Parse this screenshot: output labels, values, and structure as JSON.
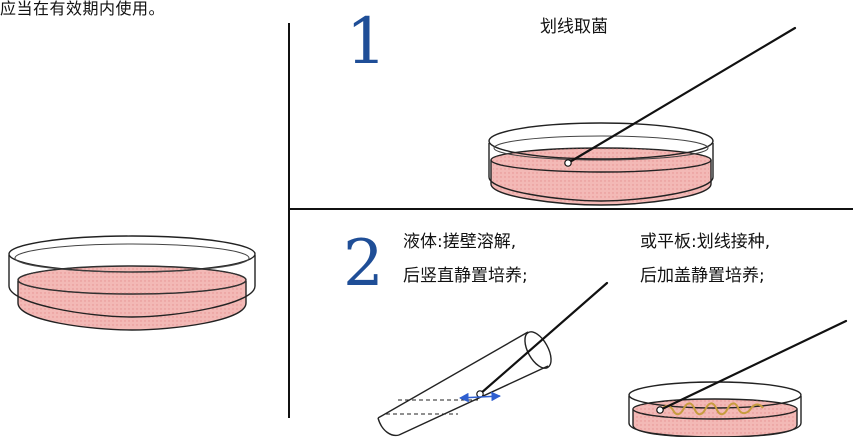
{
  "top_caption": "应当在有效期内使用。",
  "panel1": {
    "step_number": "1",
    "label": "划线取菌"
  },
  "panel2": {
    "step_number": "2",
    "liquid_line1": "液体:搓壁溶解,",
    "liquid_line2": "后竖直静置培养;",
    "plate_line1": "或平板:划线接种,",
    "plate_line2": "后加盖静置培养;"
  },
  "colors": {
    "number_blue": "#1f4e97",
    "agar_pink": "#f3b9b6",
    "agar_dots": "#d86f73",
    "streak_gold": "#c79c3f",
    "arrow_blue": "#2f5fd0"
  }
}
